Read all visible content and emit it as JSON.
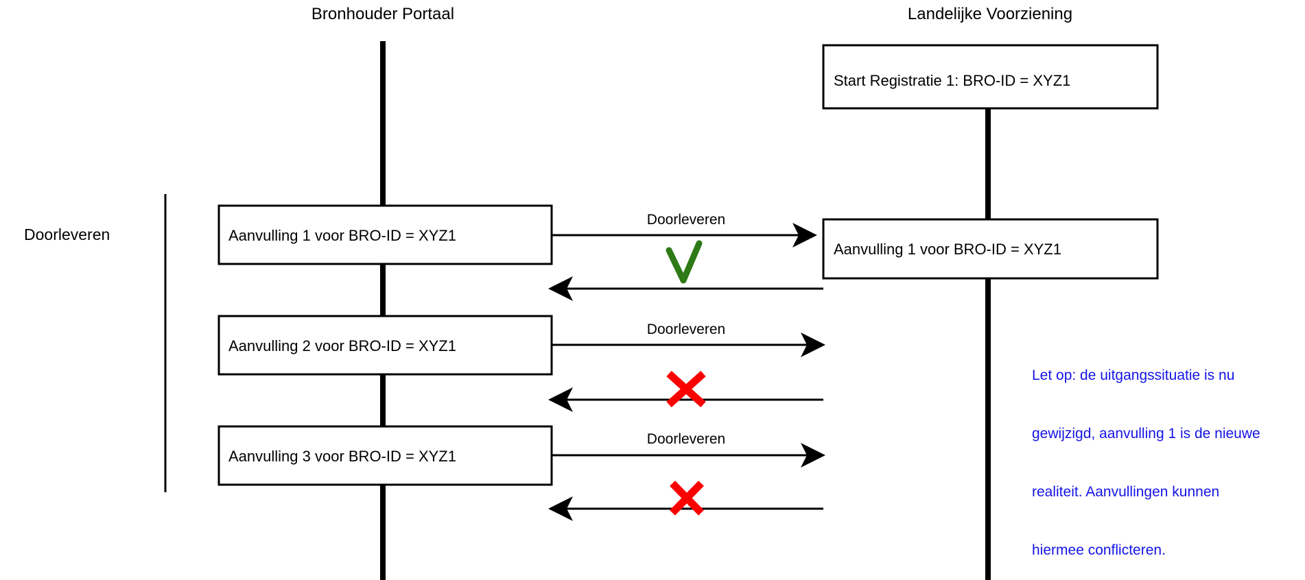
{
  "diagram": {
    "type": "sequence-diagram",
    "title_colors": {
      "line": "#000000",
      "note": "#1414e6",
      "ok_mark": "#2d7a16",
      "fail_mark": "#fa0000"
    },
    "actors": [
      {
        "id": "bronhouder",
        "label": "Bronhouder Portaal"
      },
      {
        "id": "landelijke",
        "label": "Landelijke Voorziening"
      }
    ],
    "group": {
      "label": "Doorleveren"
    },
    "boxes": [
      {
        "id": "start-registratie",
        "label": "Start Registratie 1: BRO-ID = XYZ1"
      },
      {
        "id": "aanvulling-1-left",
        "label": "Aanvulling 1 voor BRO-ID = XYZ1"
      },
      {
        "id": "aanvulling-1-right",
        "label": "Aanvulling 1 voor BRO-ID = XYZ1"
      },
      {
        "id": "aanvulling-2-left",
        "label": "Aanvulling 2 voor BRO-ID = XYZ1"
      },
      {
        "id": "aanvulling-3-left",
        "label": "Aanvulling 3 voor BRO-ID = XYZ1"
      }
    ],
    "messages": [
      {
        "id": "msg-1",
        "label": "Doorleveren",
        "direction": "right",
        "result": "ok"
      },
      {
        "id": "msg-2",
        "label": "Doorleveren",
        "direction": "right",
        "result": "fail"
      },
      {
        "id": "msg-3",
        "label": "Doorleveren",
        "direction": "right",
        "result": "fail"
      }
    ],
    "marks": [
      {
        "id": "mark-ok-1",
        "glyph": "check",
        "result": "ok"
      },
      {
        "id": "mark-fail-2",
        "glyph": "cross",
        "result": "fail"
      },
      {
        "id": "mark-fail-3",
        "glyph": "cross",
        "result": "fail"
      }
    ],
    "note": {
      "id": "note-uitgangssituatie",
      "lines": [
        "Let op: de uitgangssituatie is nu",
        "gewijzigd, aanvulling 1 is de nieuwe",
        "realiteit. Aanvullingen kunnen",
        "hiermee conflicteren."
      ],
      "text": "Let op: de uitgangssituatie is nu gewijzigd, aanvulling 1 is de nieuwe realiteit. Aanvullingen kunnen hiermee conflicteren."
    }
  }
}
